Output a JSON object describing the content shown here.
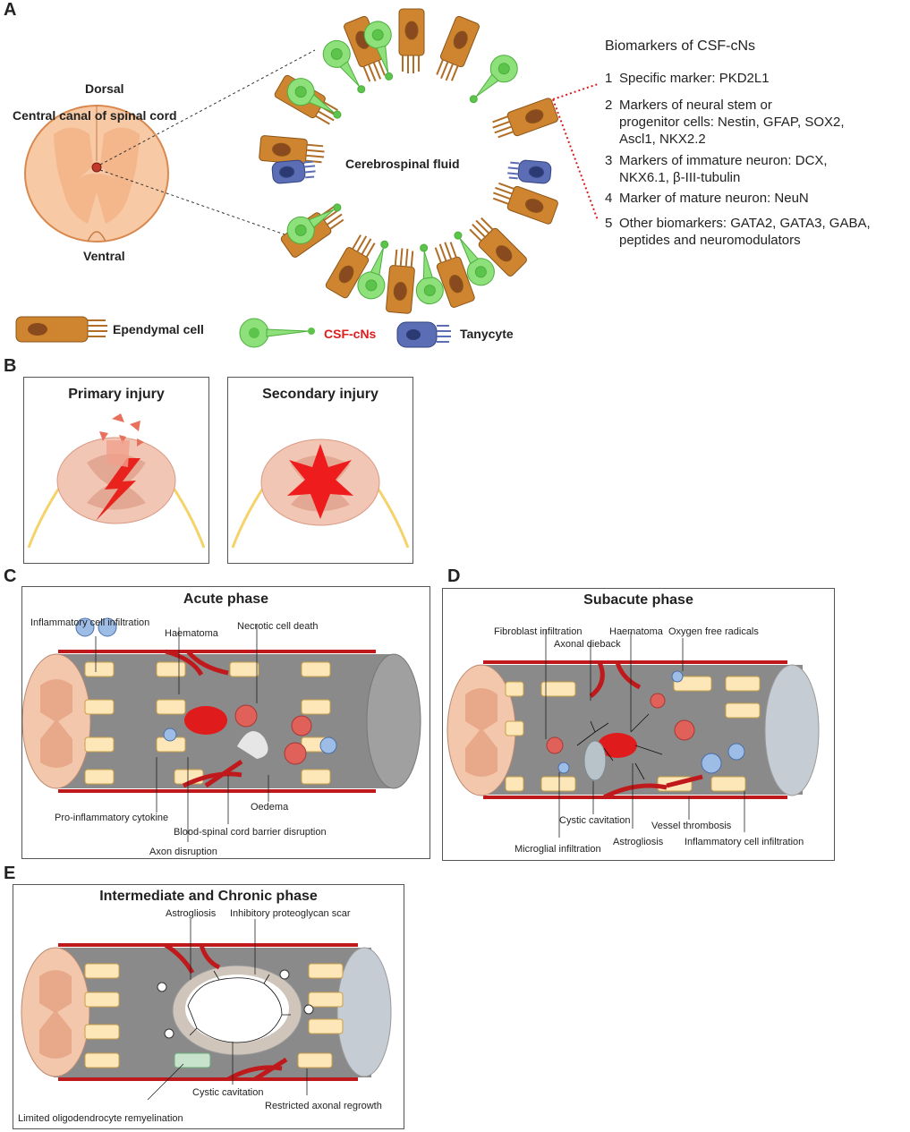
{
  "panel_labels": [
    "A",
    "B",
    "C",
    "D",
    "E"
  ],
  "panel_a": {
    "dorsal": "Dorsal",
    "central_canal": "Central canal of spinal cord",
    "ventral": "Ventral",
    "csf": "Cerebrospinal  fluid",
    "biomarkers_title": "Biomarkers of CSF-cNs",
    "biomarkers": [
      {
        "num": "1",
        "lines": [
          "Specific marker: PKD2L1"
        ]
      },
      {
        "num": "2",
        "lines": [
          "Markers of neural stem or",
          "progenitor cells: Nestin, GFAP, SOX2,",
          "Ascl1, NKX2.2"
        ]
      },
      {
        "num": "3",
        "lines": [
          "Markers of immature neuron: DCX,",
          "NKX6.1, β-III-tubulin"
        ]
      },
      {
        "num": "4",
        "lines": [
          "Marker of mature neuron: NeuN"
        ]
      },
      {
        "num": "5",
        "lines": [
          "Other biomarkers: GATA2, GATA3, GABA,",
          "peptides and neuromodulators"
        ]
      }
    ],
    "legend": {
      "ependymal": "Ependymal cell",
      "csfcn": "CSF-cNs",
      "tanycyte": "Tanycyte"
    },
    "colors": {
      "ependymal": "#c9802a",
      "csfcn": "#8ee07a",
      "tanycyte": "#5a6db5",
      "csfcn_label": "#e01b1b"
    }
  },
  "panel_b": {
    "primary": "Primary injury",
    "secondary": "Secondary injury"
  },
  "panel_c": {
    "title": "Acute phase",
    "labels": {
      "infiltration": "Inflammatory cell infiltration",
      "haematoma": "Haematoma",
      "necrotic": "Necrotic cell death",
      "oedema": "Oedema",
      "cytokine": "Pro-inflammatory cytokine",
      "bscb": "Blood-spinal cord barrier disruption",
      "axon": "Axon disruption"
    }
  },
  "panel_d": {
    "title": "Subacute phase",
    "labels": {
      "fibroblast": "Fibroblast infiltration",
      "dieback": "Axonal dieback",
      "haematoma": "Haematoma",
      "oxygen": "Oxygen free radicals",
      "cystic": "Cystic cavitation",
      "thrombosis": "Vessel thrombosis",
      "microglial": "Microglial infiltration",
      "astrogliosis": "Astrogliosis",
      "inflammatory": "Inflammatory cell infiltration"
    }
  },
  "panel_e": {
    "title": "Intermediate and Chronic phase",
    "labels": {
      "astrogliosis": "Astrogliosis",
      "scar": "Inhibitory proteoglycan scar",
      "cystic": "Cystic cavitation",
      "regrowth": "Restricted axonal regrowth",
      "remyelination": "Limited oligodendrocyte remyelination"
    }
  }
}
